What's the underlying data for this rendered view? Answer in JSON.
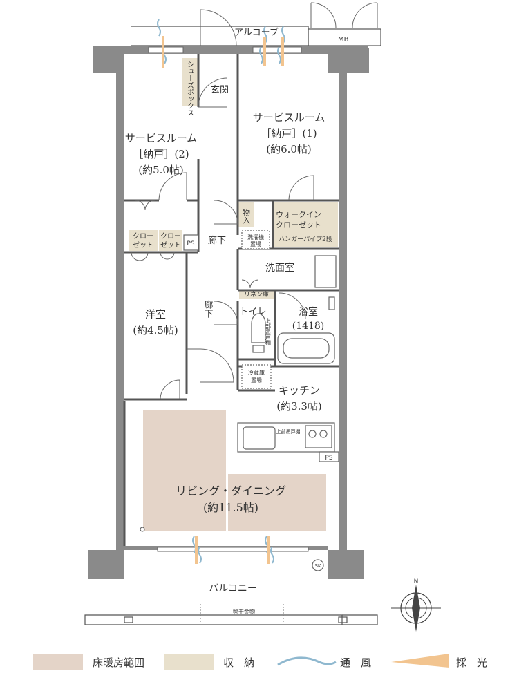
{
  "rooms": {
    "alcove": "アルコーブ",
    "mb": "MB",
    "shoebox": "シューズボックス",
    "entrance": "玄関",
    "service1_name": "サービスルーム",
    "service1_sub": "［納戸］(1)",
    "service1_size": "(約6.0帖)",
    "service2_name": "サービスルーム",
    "service2_sub": "［納戸］(2)",
    "service2_size": "(約5.0帖)",
    "storage": "物入",
    "wic_1": "ウォークイン",
    "wic_2": "クローゼット",
    "wic_note": "ハンガーパイプ2段",
    "closet_a_1": "クロー",
    "closet_a_2": "ゼット",
    "closet_b_1": "クロー",
    "closet_b_2": "ゼット",
    "ps_top": "PS",
    "corridor_1": "廊下",
    "corridor_2": "廊下",
    "washer_1": "洗濯機",
    "washer_2": "置場",
    "washroom": "洗面室",
    "linen": "リネン庫",
    "toilet": "トイレ",
    "upper_cabinet_v": "上部吊戸棚",
    "bath": "浴室",
    "bath_size": "(1418)",
    "western_name": "洋室",
    "western_size": "(約4.5帖)",
    "fridge_1": "冷蔵庫",
    "fridge_2": "置場",
    "kitchen_name": "キッチン",
    "kitchen_size": "(約3.3帖)",
    "upper_cabinet_h": "上部吊戸棚",
    "ps_kitchen": "PS",
    "living_name": "リビング・ダイニング",
    "living_size": "(約11.5帖)",
    "sk": "SK",
    "balcony": "バルコニー",
    "drying_rack": "物干金物",
    "compass_n": "N"
  },
  "legend": [
    {
      "label": "床暖房範囲",
      "color": "#e4d4c8"
    },
    {
      "label": "収　納",
      "color": "#e8e0cc"
    },
    {
      "label": "通　風",
      "color": "#8fb8cf"
    },
    {
      "label": "採　光",
      "color": "#f2c48f"
    }
  ]
}
